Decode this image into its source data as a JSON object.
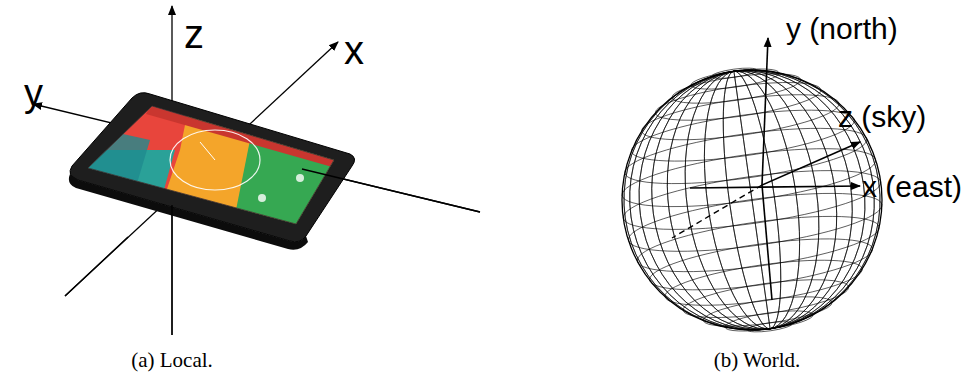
{
  "diagram": {
    "labels": [
      "z",
      "x",
      "y",
      "y (north)",
      "z (sky)",
      "x (east)",
      "(a) Local.",
      "(b) World."
    ]
  }
}
